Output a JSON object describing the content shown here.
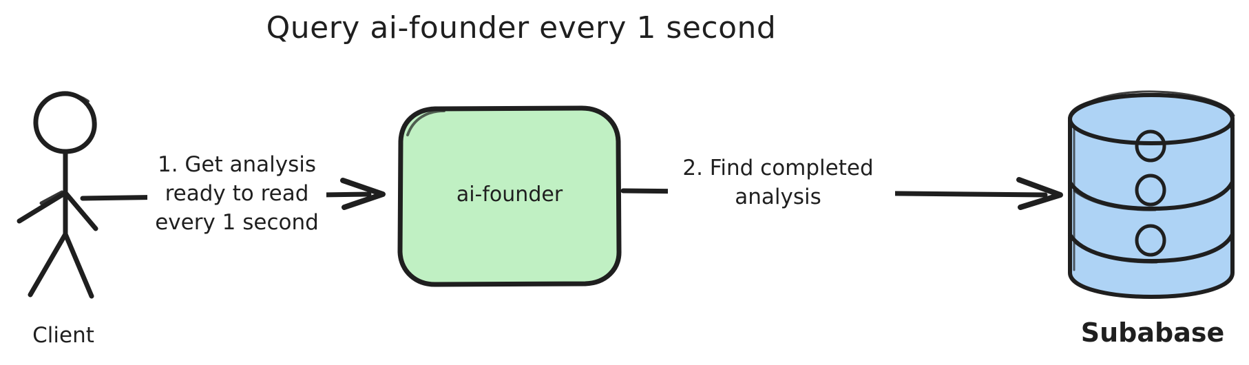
{
  "diagram": {
    "title": "Query ai-founder every 1 second",
    "background_color": "#ffffff",
    "stroke_color": "#1f1f1f",
    "nodes": [
      {
        "id": "client",
        "type": "actor",
        "label": "Client",
        "shape": "stick-figure"
      },
      {
        "id": "ai-founder",
        "type": "process",
        "label": "ai-founder",
        "shape": "rounded-rectangle",
        "fill_color": "#c0f0c3",
        "border_color": "#1f1f1f"
      },
      {
        "id": "subabase",
        "type": "database",
        "label": "Subabase",
        "shape": "cylinder",
        "fill_color": "#aed3f5",
        "border_color": "#1f1f1f"
      }
    ],
    "edges": [
      {
        "id": "edge-1",
        "from": "client",
        "to": "ai-founder",
        "label_lines": [
          "1. Get analysis",
          "ready to read",
          "every 1 second"
        ],
        "arrow": "end"
      },
      {
        "id": "edge-2",
        "from": "ai-founder",
        "to": "subabase",
        "label_lines": [
          "2. Find completed",
          "analysis"
        ],
        "arrow": "end"
      }
    ]
  }
}
